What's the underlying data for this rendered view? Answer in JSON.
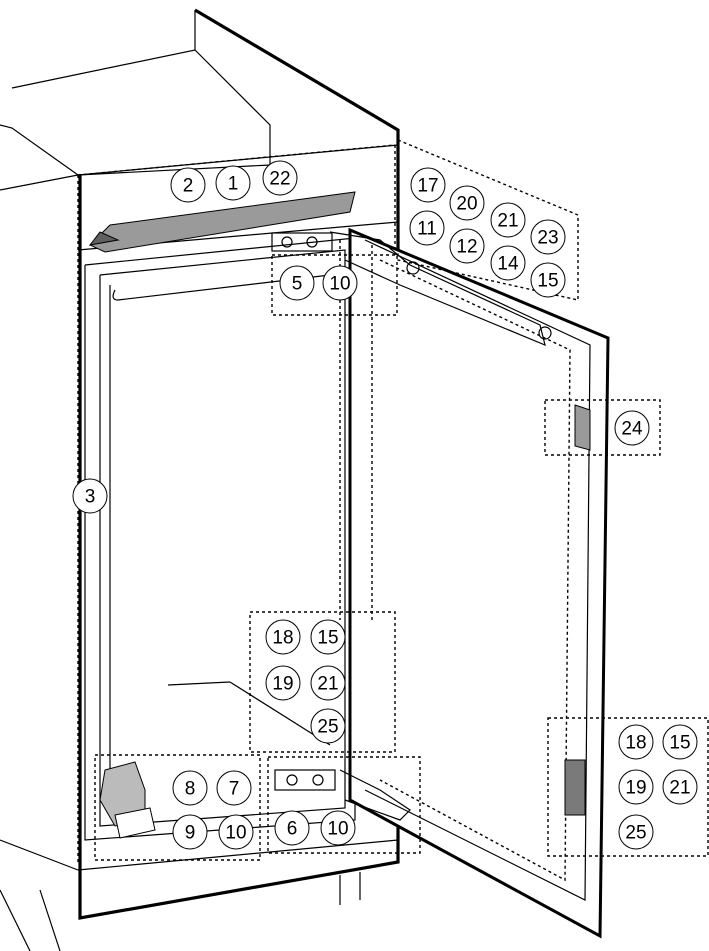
{
  "diagram": {
    "callouts": [
      {
        "id": "c-2",
        "label": "2"
      },
      {
        "id": "c-1",
        "label": "1"
      },
      {
        "id": "c-22",
        "label": "22"
      },
      {
        "id": "c-17",
        "label": "17"
      },
      {
        "id": "c-20",
        "label": "20"
      },
      {
        "id": "c-21-top",
        "label": "21"
      },
      {
        "id": "c-23",
        "label": "23"
      },
      {
        "id": "c-11",
        "label": "11"
      },
      {
        "id": "c-12",
        "label": "12"
      },
      {
        "id": "c-14",
        "label": "14"
      },
      {
        "id": "c-15-top",
        "label": "15"
      },
      {
        "id": "c-5",
        "label": "5"
      },
      {
        "id": "c-10-top",
        "label": "10"
      },
      {
        "id": "c-24",
        "label": "24"
      },
      {
        "id": "c-3",
        "label": "3"
      },
      {
        "id": "c-18-mid",
        "label": "18"
      },
      {
        "id": "c-15-mid",
        "label": "15"
      },
      {
        "id": "c-19-mid",
        "label": "19"
      },
      {
        "id": "c-21-mid",
        "label": "21"
      },
      {
        "id": "c-25-mid",
        "label": "25"
      },
      {
        "id": "c-8",
        "label": "8"
      },
      {
        "id": "c-7",
        "label": "7"
      },
      {
        "id": "c-9",
        "label": "9"
      },
      {
        "id": "c-10-bl",
        "label": "10"
      },
      {
        "id": "c-6",
        "label": "6"
      },
      {
        "id": "c-10-br",
        "label": "10"
      },
      {
        "id": "c-18-r",
        "label": "18"
      },
      {
        "id": "c-15-r",
        "label": "15"
      },
      {
        "id": "c-19-r",
        "label": "19"
      },
      {
        "id": "c-21-r",
        "label": "21"
      },
      {
        "id": "c-25-r",
        "label": "25"
      }
    ]
  }
}
